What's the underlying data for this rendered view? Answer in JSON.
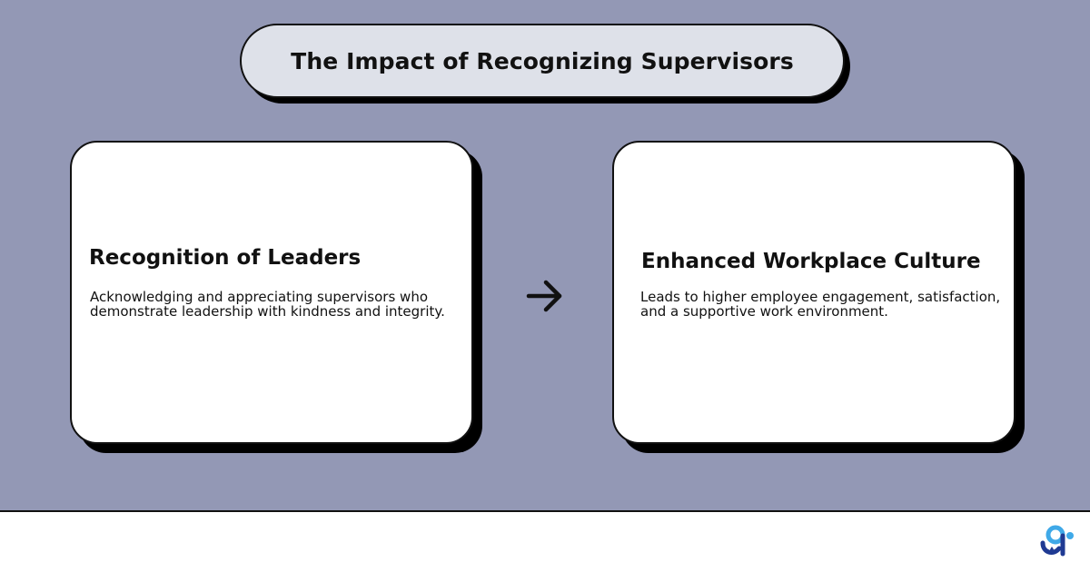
{
  "title": "The Impact of Recognizing Supervisors",
  "nodes": [
    {
      "heading": "Recognition of Leaders",
      "description": "Acknowledging and appreciating supervisors who demonstrate leadership with kindness and integrity."
    },
    {
      "heading": "Enhanced Workplace Culture",
      "description": "Leads to higher employee engagement, satisfaction, and a supportive work environment."
    }
  ],
  "connector_icon": "arrow-right-icon",
  "logo_icon": "brand-logo-icon",
  "colors": {
    "background": "#9398b5",
    "title_fill": "#dee1e9",
    "card_fill": "#ffffff",
    "shadow": "#000000",
    "logo_primary": "#1f3a93",
    "logo_accent": "#3fa9e8"
  }
}
